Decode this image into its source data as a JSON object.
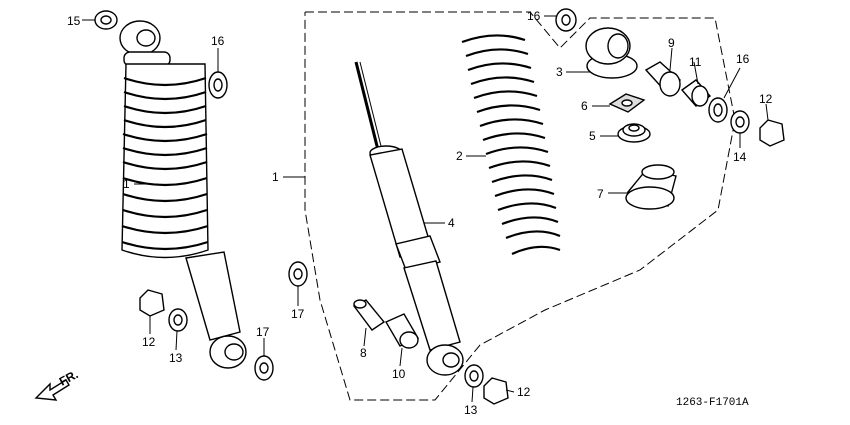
{
  "diagram": {
    "drawing_code": "1263-F1701A",
    "direction_label": "FR.",
    "callouts": {
      "c1a": "1",
      "c1b": "1",
      "c2": "2",
      "c3": "3",
      "c4": "4",
      "c5": "5",
      "c6": "6",
      "c7": "7",
      "c8": "8",
      "c9": "9",
      "c10": "10",
      "c11": "11",
      "c12a": "12",
      "c12b": "12",
      "c12c": "12",
      "c13a": "13",
      "c13b": "13",
      "c14": "14",
      "c15": "15",
      "c16a": "16",
      "c16b": "16",
      "c16c": "16",
      "c17a": "17",
      "c17b": "17"
    }
  }
}
